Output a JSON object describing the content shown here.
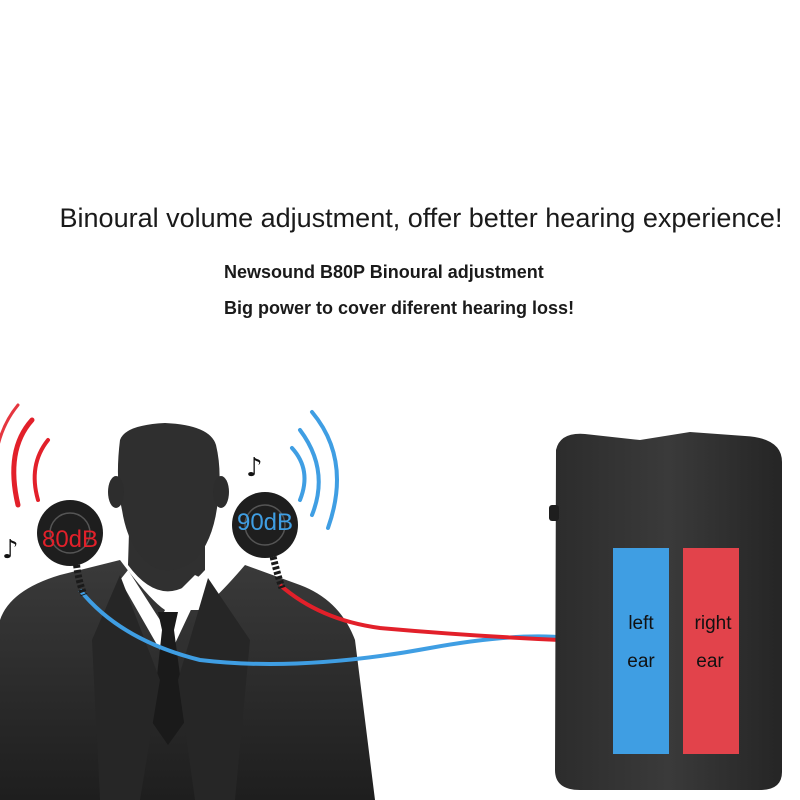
{
  "headline": "Binoural volume adjustment, offer better hearing experience!",
  "subtitle_1": "Newsound B80P Binoural adjustment",
  "subtitle_2": "Big power to cover diferent hearing loss!",
  "earpieces": {
    "left_level": "80dB",
    "right_level": "90dB"
  },
  "device": {
    "left_channel_label_1": "left",
    "left_channel_label_2": "ear",
    "right_channel_label_1": "right",
    "right_channel_label_2": "ear"
  },
  "colors": {
    "red": "#e2202a",
    "blue": "#3f9ee3",
    "silhouette": "#2a2a2a",
    "device_body": "#2b2b2b"
  },
  "icons": [
    "music-note-icon",
    "music-note-icon",
    "sound-wave-icon",
    "sound-wave-icon"
  ]
}
